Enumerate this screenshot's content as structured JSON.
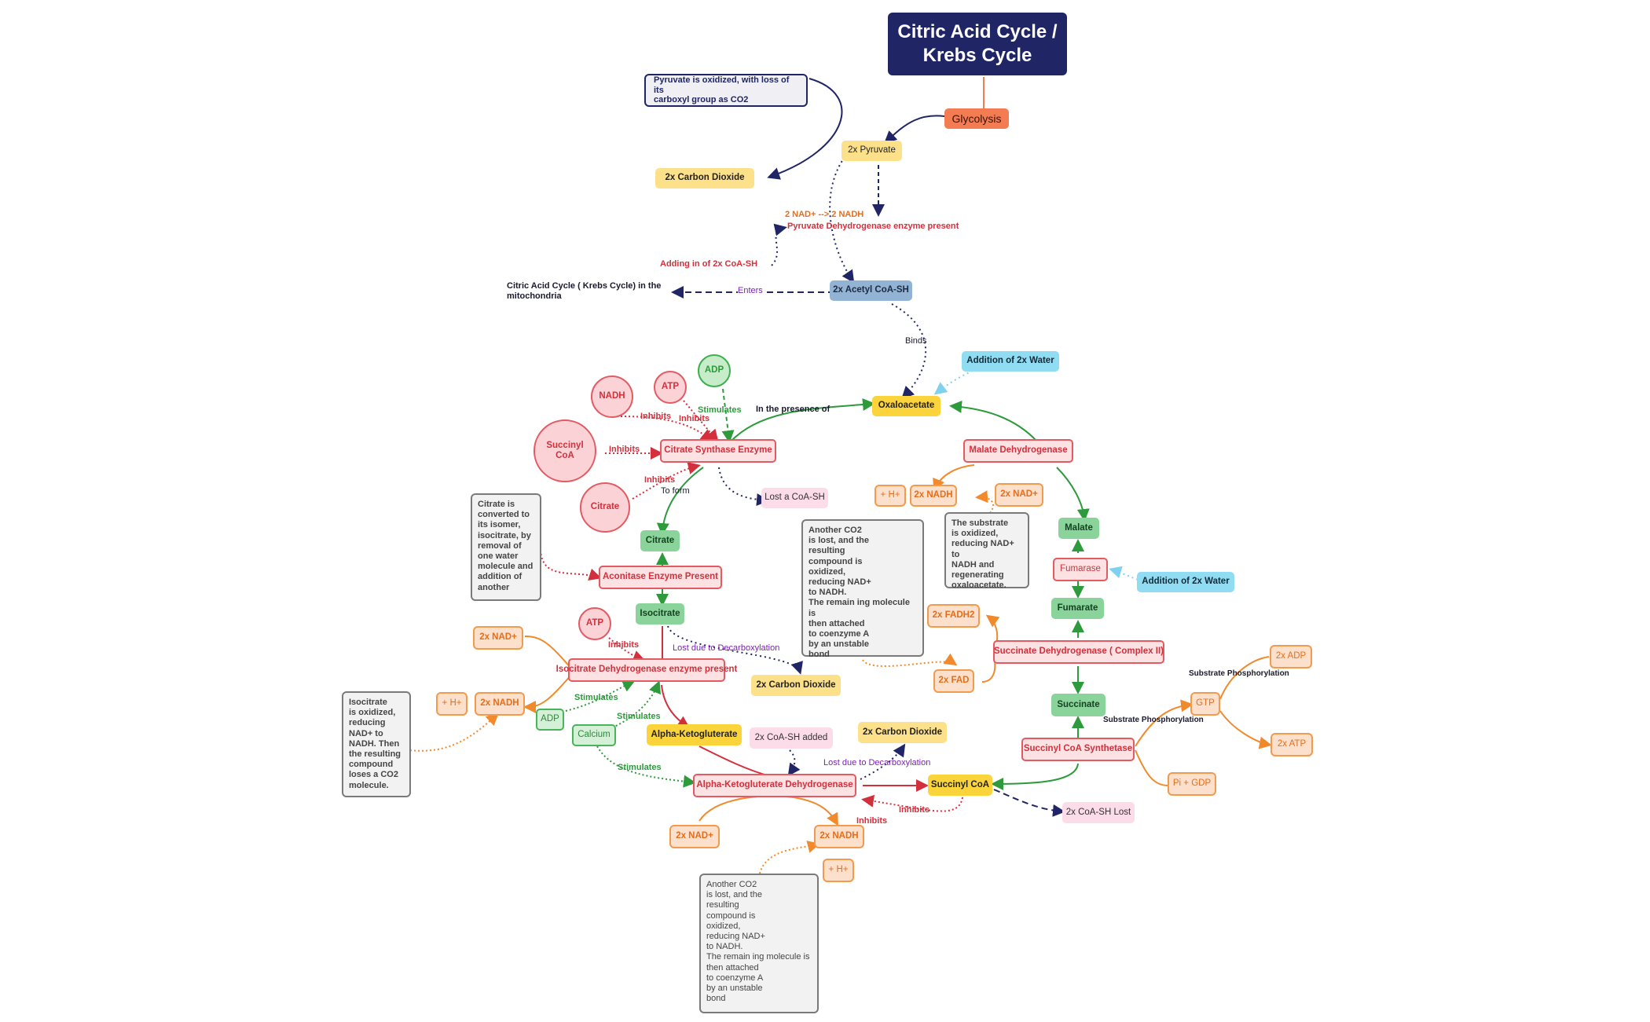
{
  "title": "Citric Acid Cycle /\nKrebs Cycle",
  "colors": {
    "navy": "#1f2565",
    "red": "#d2303c",
    "green": "#2d9a3c",
    "orange": "#f08a2c",
    "purple": "#7a22b0",
    "light_blue": "#7fd1ef"
  },
  "nodes": {
    "glycolysis": "Glycolysis",
    "pyruvate_note": "Pyruvate is oxidized, with loss of its\ncarboxyl group as CO2",
    "pyruvate": "2x Pyruvate",
    "co2_top": "2x Carbon Dioxide",
    "acetyl_coa": "2x Acetyl CoA-SH",
    "cac_mito": "Citric Acid Cycle ( Krebs Cycle) in the\nmitochondria",
    "oxaloacetate": "Oxaloacetate",
    "add_water_top": "Addition of 2x Water",
    "adp_circle": "ADP",
    "nadh_circle": "NADH",
    "atp_circle": "ATP",
    "succinyl_circle": "Succinyl\nCoA",
    "citrate_circle": "Citrate",
    "citrate_synthase": "Citrate Synthase Enzyme",
    "lost_coa": "Lost a CoA-SH",
    "malate_dh": "Malate Dehydrogenase",
    "h_plus_1": "+ H+",
    "nadh_1": "2x NADH",
    "nad_1": "2x NAD+",
    "malate_note": "The substrate\nis oxidized,\nreducing NAD+ to\nNADH and\nregenerating\noxaloacetate.",
    "malate": "Malate",
    "citrate_note": "Citrate is\nconverted to\nits isomer,\nisocitrate, by\nremoval of\none water\nmolecule and\naddition of\nanother",
    "citrate": "Citrate",
    "aconitase": "Aconitase Enzyme Present",
    "isocitrate": "Isocitrate",
    "fumarase": "Fumarase",
    "add_water_mid": "Addition of 2x Water",
    "fumarate": "Fumarate",
    "co2_note_mid": "Another CO2\nis lost, and the\nresulting\ncompound is\noxidized,\nreducing NAD+\nto NADH.\nThe remain ing molecule is\nthen attached\nto coenzyme A\nby an unstable\nbond",
    "fadh2": "2x FADH2",
    "fad": "2x FAD",
    "succinate_dh": "Succinate Dehydrogenase ( Complex II)",
    "atp_circle_2": "ATP",
    "nad_2": "2x NAD+",
    "isocitrate_dh": "Isocitrate Dehydrogenase enzyme present",
    "co2_mid": "2x Carbon Dioxide",
    "h_plus_2": "+ H+",
    "nadh_2": "2x NADH",
    "isocitrate_note": "Isocitrate\nis oxidized,\nreducing\nNAD+ to\nNADH. Then\nthe resulting\ncompound\nloses a CO2\nmolecule.",
    "adp_box": "ADP",
    "calcium": "Calcium",
    "akg": "Alpha-Ketogluterate",
    "coa_added": "2x CoA-SH added",
    "co2_low": "2x Carbon Dioxide",
    "succinate": "Succinate",
    "gtp": "GTP",
    "adp_2": "2x ADP",
    "atp_2": "2x ATP",
    "pi_gdp": "Pi + GDP",
    "succinyl_synth": "Succinyl CoA Synthetase",
    "akg_dh": "Alpha-Ketogluterate Dehydrogenase",
    "succinyl_coa": "Succinyl CoA",
    "coa_lost": "2x CoA-SH Lost",
    "nad_3": "2x NAD+",
    "nadh_3": "2x NADH",
    "h_plus_3": "+ H+",
    "co2_note_low": "Another CO2\nis lost, and the\nresulting\ncompound is\noxidized,\nreducing NAD+\nto NADH.\nThe remain ing molecule is\nthen attached\nto coenzyme A\nby an unstable\nbond"
  },
  "labels": {
    "nad_nadh": "2 NAD+ --> 2 NADH",
    "pdh_present": "Pyruvate Dehydrogenase enzyme present",
    "adding_coa": "Adding in of 2x CoA-SH",
    "enters": "Enters",
    "binds": "Binds",
    "in_presence": "In the presence of",
    "stimulates_1": "Stimulates",
    "inhibits_nadh": "Inhibits",
    "inhibits_atp": "Inhibits",
    "inhibits_succ": "Inhibits",
    "inhibits_citrate": "Inhibits",
    "to_form": "To form",
    "inhibits_atp2": "Inhibits",
    "lost_decarb_1": "Lost due to Decarboxylation",
    "stimulates_2": "Stimulates",
    "stimulates_3": "Stimulates",
    "stimulates_4": "Stimulates",
    "lost_decarb_2": "Lost due to Decarboxylation",
    "inhibits_sc": "Inhibits",
    "subst_phos_1": "Substrate Phosphorylation",
    "subst_phos_2": "Substrate Phosphorylation"
  }
}
